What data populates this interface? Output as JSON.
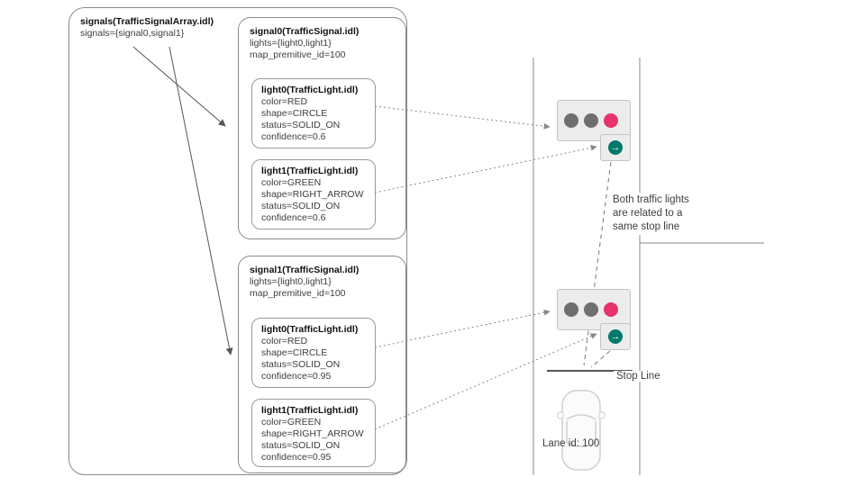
{
  "array_box": {
    "title": "signals(TrafficSignalArray.idl)",
    "subtitle": "signals={signal0,signal1}"
  },
  "signals": [
    {
      "title": "signal0(TrafficSignal.idl)",
      "lights_line": "lights={light0,light1}",
      "map_line": "map_premitive_id=100",
      "lights": [
        {
          "title": "light0(TrafficLight.idl)",
          "color": "color=RED",
          "shape": "shape=CIRCLE",
          "status": "status=SOLID_ON",
          "confidence": "confidence=0.6"
        },
        {
          "title": "light1(TrafficLight.idl)",
          "color": "color=GREEN",
          "shape": "shape=RIGHT_ARROW",
          "status": "status=SOLID_ON",
          "confidence": "confidence=0.6"
        }
      ]
    },
    {
      "title": "signal1(TrafficSignal.idl)",
      "lights_line": "lights={light0,light1}",
      "map_line": "map_premitive_id=100",
      "lights": [
        {
          "title": "light0(TrafficLight.idl)",
          "color": "color=RED",
          "shape": "shape=CIRCLE",
          "status": "status=SOLID_ON",
          "confidence": "confidence=0.95"
        },
        {
          "title": "light1(TrafficLight.idl)",
          "color": "color=GREEN",
          "shape": "shape=RIGHT_ARROW",
          "status": "status=SOLID_ON",
          "confidence": "confidence=0.95"
        }
      ]
    }
  ],
  "annotations": {
    "note_lines": [
      "Both traffic lights",
      "are related to a",
      "same stop line"
    ],
    "stop_line_label": "Stop Line",
    "lane_label": "Lane id: 100"
  },
  "icons": {
    "green_arrow": "→"
  },
  "colors": {
    "red_light": "#e6336b",
    "green_light": "#00796b",
    "off_light": "#6f6f6f"
  }
}
